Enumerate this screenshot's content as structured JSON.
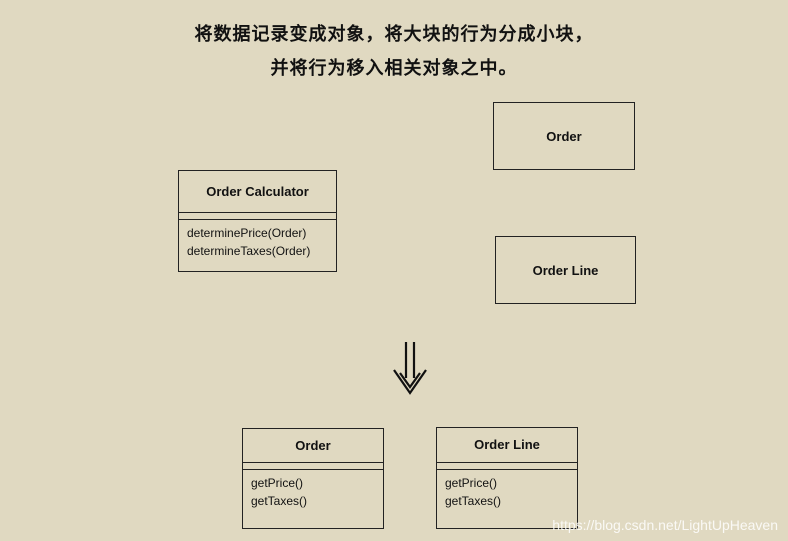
{
  "header": {
    "line1": "将数据记录变成对象，将大块的行为分成小块，",
    "line2": "并将行为移入相关对象之中。"
  },
  "before": {
    "order_box": "Order",
    "order_line_box": "Order Line",
    "calculator": {
      "name": "Order Calculator",
      "operations": [
        "determinePrice(Order)",
        "determineTaxes(Order)"
      ]
    }
  },
  "after": {
    "order": {
      "name": "Order",
      "operations": [
        "getPrice()",
        "getTaxes()"
      ]
    },
    "order_line": {
      "name": "Order Line",
      "operations": [
        "getPrice()",
        "getTaxes()"
      ]
    }
  },
  "watermark": "https://blog.csdn.net/LightUpHeaven"
}
